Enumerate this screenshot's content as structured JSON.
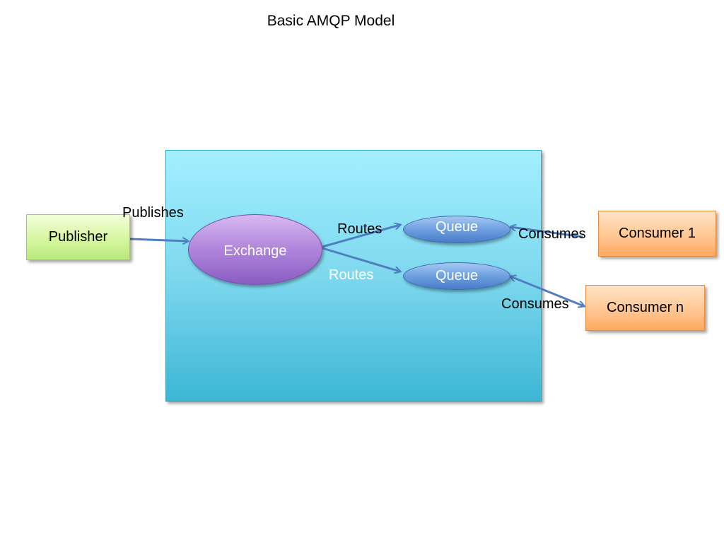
{
  "title": "Basic AMQP Model",
  "nodes": {
    "publisher": "Publisher",
    "exchange": "Exchange",
    "queue_1": "Queue",
    "queue_2": "Queue",
    "consumer_1": "Consumer 1",
    "consumer_n": "Consumer n"
  },
  "edges": {
    "publishes": "Publishes",
    "routes_1": "Routes",
    "routes_2": "Routes",
    "consumes_1": "Consumes",
    "consumes_n": "Consumes"
  },
  "colors": {
    "broker": "#7ed8ee",
    "publisher": "#d3f59c",
    "exchange": "#b389dd",
    "queue": "#6e9fe0",
    "consumer": "#ffc48e",
    "arrow": "#4f7fc0"
  }
}
